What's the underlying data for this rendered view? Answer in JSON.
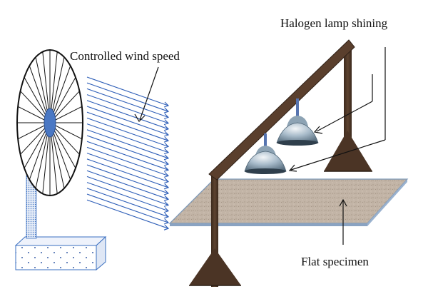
{
  "labels": {
    "lamp": "Halogen lamp shining",
    "wind": "Controlled wind speed",
    "specimen": "Flat specimen"
  },
  "colors": {
    "fan_blue": "#3a6fc0",
    "fan_hub": "#4a78c4",
    "wind_lines": "#2f5fb8",
    "wood": "#4e3626",
    "specimen": "#bfb0a2",
    "specimen_edge": "#7a97b8",
    "lamp_metal": "#9fb3c4"
  },
  "icons": {
    "fan": "electric-fan-icon",
    "lamp": "halogen-lamp-icon"
  }
}
